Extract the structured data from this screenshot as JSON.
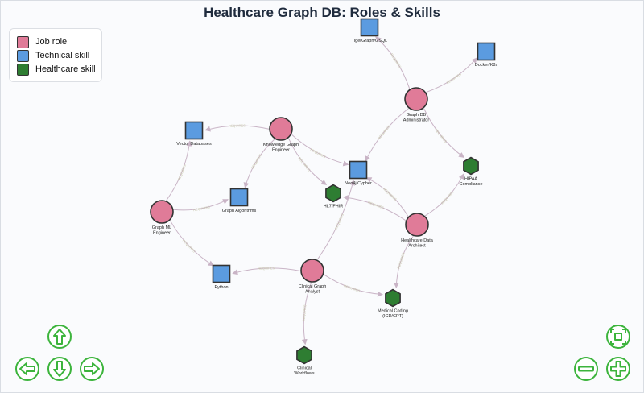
{
  "title": "Healthcare Graph DB: Roles & Skills",
  "legend": [
    {
      "label": "Job role",
      "color": "#e07b98"
    },
    {
      "label": "Technical skill",
      "color": "#5b9be0"
    },
    {
      "label": "Healthcare skill",
      "color": "#2e7d32"
    }
  ],
  "colors": {
    "role": "#e07b98",
    "tech": "#5b9be0",
    "health": "#2e7d32",
    "edge": "#c9b4c6",
    "edge_label": "#c5c5a8",
    "node_stroke": "#333333",
    "nav": "#3cb43c"
  },
  "edge_label_text": "REQUIRES",
  "nodes": [
    {
      "id": "tigergraph",
      "type": "tech",
      "lines": [
        "TigerGraph/GSQL"
      ]
    },
    {
      "id": "docker",
      "type": "tech",
      "lines": [
        "Docker/K8s"
      ]
    },
    {
      "id": "graphdba",
      "type": "role",
      "lines": [
        "Graph DB",
        "Administrator"
      ]
    },
    {
      "id": "kge",
      "type": "role",
      "lines": [
        "Knowledge Graph",
        "Engineer"
      ]
    },
    {
      "id": "vectordb",
      "type": "tech",
      "lines": [
        "Vector Databases"
      ]
    },
    {
      "id": "neo4j",
      "type": "tech",
      "lines": [
        "Neo4j/Cypher"
      ]
    },
    {
      "id": "hipaa",
      "type": "health",
      "lines": [
        "HIPAA",
        "Compliance"
      ]
    },
    {
      "id": "hl7",
      "type": "health",
      "lines": [
        "HL7/FHIR"
      ]
    },
    {
      "id": "graphalgo",
      "type": "tech",
      "lines": [
        "Graph Algorithms"
      ]
    },
    {
      "id": "gmle",
      "type": "role",
      "lines": [
        "Graph ML",
        "Engineer"
      ]
    },
    {
      "id": "hda",
      "type": "role",
      "lines": [
        "Healthcare Data",
        "Architect"
      ]
    },
    {
      "id": "python",
      "type": "tech",
      "lines": [
        "Python"
      ]
    },
    {
      "id": "cga",
      "type": "role",
      "lines": [
        "Clinical Graph",
        "Analyst"
      ]
    },
    {
      "id": "medcoding",
      "type": "health",
      "lines": [
        "Medical Coding",
        "(ICD/CPT)"
      ]
    },
    {
      "id": "workflows",
      "type": "health",
      "lines": [
        "Clinical",
        "Workflows"
      ]
    }
  ],
  "edges": [
    {
      "from": "graphdba",
      "to": "tigergraph"
    },
    {
      "from": "graphdba",
      "to": "docker"
    },
    {
      "from": "graphdba",
      "to": "neo4j"
    },
    {
      "from": "graphdba",
      "to": "hipaa"
    },
    {
      "from": "kge",
      "to": "vectordb"
    },
    {
      "from": "kge",
      "to": "neo4j"
    },
    {
      "from": "kge",
      "to": "graphalgo"
    },
    {
      "from": "kge",
      "to": "hl7"
    },
    {
      "from": "gmle",
      "to": "vectordb"
    },
    {
      "from": "gmle",
      "to": "graphalgo"
    },
    {
      "from": "gmle",
      "to": "python"
    },
    {
      "from": "hda",
      "to": "neo4j"
    },
    {
      "from": "hda",
      "to": "hl7"
    },
    {
      "from": "hda",
      "to": "hipaa"
    },
    {
      "from": "hda",
      "to": "medcoding"
    },
    {
      "from": "cga",
      "to": "python"
    },
    {
      "from": "cga",
      "to": "neo4j"
    },
    {
      "from": "cga",
      "to": "medcoding"
    },
    {
      "from": "cga",
      "to": "workflows"
    }
  ],
  "nav_buttons": [
    {
      "id": "pan-up",
      "icon": "arrow-up-icon"
    },
    {
      "id": "pan-left",
      "icon": "arrow-left-icon"
    },
    {
      "id": "pan-down",
      "icon": "arrow-down-icon"
    },
    {
      "id": "pan-right",
      "icon": "arrow-right-icon"
    },
    {
      "id": "zoom-fit",
      "icon": "fit-icon"
    },
    {
      "id": "zoom-out",
      "icon": "minus-icon"
    },
    {
      "id": "zoom-in",
      "icon": "plus-icon"
    }
  ]
}
